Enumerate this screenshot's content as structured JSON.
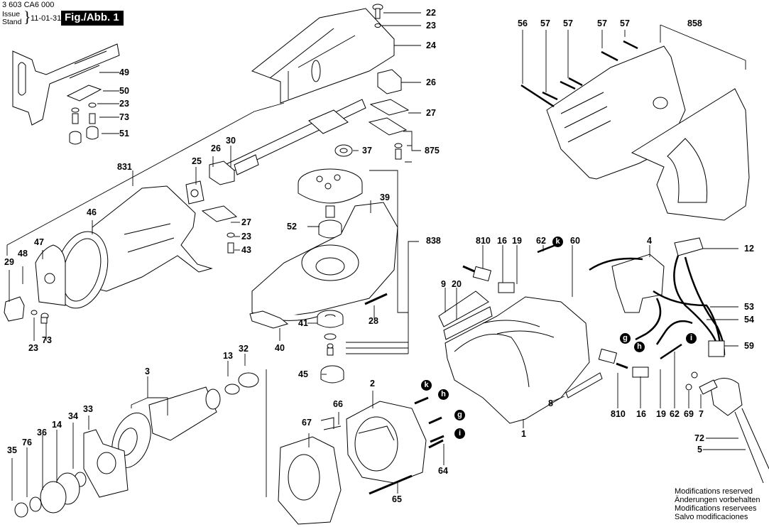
{
  "header": {
    "part_number": "3 603 CA6 000",
    "issue_label": "Issue",
    "stand_label": "Stand",
    "date": "11-01-31",
    "figure_label": "Fig./Abb. 1"
  },
  "callouts": [
    {
      "id": "c22",
      "text": "22"
    },
    {
      "id": "c23a",
      "text": "23"
    },
    {
      "id": "c24",
      "text": "24"
    },
    {
      "id": "c26a",
      "text": "26"
    },
    {
      "id": "c27a",
      "text": "27"
    },
    {
      "id": "c875",
      "text": "875"
    },
    {
      "id": "c37",
      "text": "37"
    },
    {
      "id": "c49",
      "text": "49"
    },
    {
      "id": "c50",
      "text": "50"
    },
    {
      "id": "c23b",
      "text": "23"
    },
    {
      "id": "c73a",
      "text": "73"
    },
    {
      "id": "c51",
      "text": "51"
    },
    {
      "id": "c30",
      "text": "30"
    },
    {
      "id": "c26b",
      "text": "26"
    },
    {
      "id": "c25",
      "text": "25"
    },
    {
      "id": "c831",
      "text": "831"
    },
    {
      "id": "c46",
      "text": "46"
    },
    {
      "id": "c27b",
      "text": "27"
    },
    {
      "id": "c23c",
      "text": "23"
    },
    {
      "id": "c43",
      "text": "43"
    },
    {
      "id": "c47",
      "text": "47"
    },
    {
      "id": "c48",
      "text": "48"
    },
    {
      "id": "c29",
      "text": "29"
    },
    {
      "id": "c23d",
      "text": "23"
    },
    {
      "id": "c73b",
      "text": "73"
    },
    {
      "id": "c39",
      "text": "39"
    },
    {
      "id": "c52",
      "text": "52"
    },
    {
      "id": "c838",
      "text": "838"
    },
    {
      "id": "c28",
      "text": "28"
    },
    {
      "id": "c41",
      "text": "41"
    },
    {
      "id": "c40",
      "text": "40"
    },
    {
      "id": "c45",
      "text": "45"
    },
    {
      "id": "c56",
      "text": "56"
    },
    {
      "id": "c57a",
      "text": "57"
    },
    {
      "id": "c57b",
      "text": "57"
    },
    {
      "id": "c57c",
      "text": "57"
    },
    {
      "id": "c57d",
      "text": "57"
    },
    {
      "id": "c858",
      "text": "858"
    },
    {
      "id": "c810a",
      "text": "810"
    },
    {
      "id": "c16a",
      "text": "16"
    },
    {
      "id": "c19a",
      "text": "19"
    },
    {
      "id": "c62a",
      "text": "62"
    },
    {
      "id": "c60",
      "text": "60"
    },
    {
      "id": "c4",
      "text": "4"
    },
    {
      "id": "c12",
      "text": "12"
    },
    {
      "id": "c9",
      "text": "9"
    },
    {
      "id": "c20",
      "text": "20"
    },
    {
      "id": "c53",
      "text": "53"
    },
    {
      "id": "c54",
      "text": "54"
    },
    {
      "id": "c59",
      "text": "59"
    },
    {
      "id": "c810b",
      "text": "810"
    },
    {
      "id": "c16b",
      "text": "16"
    },
    {
      "id": "c19b",
      "text": "19"
    },
    {
      "id": "c62b",
      "text": "62"
    },
    {
      "id": "c69",
      "text": "69"
    },
    {
      "id": "c7",
      "text": "7"
    },
    {
      "id": "c72",
      "text": "72"
    },
    {
      "id": "c5",
      "text": "5"
    },
    {
      "id": "c8",
      "text": "8"
    },
    {
      "id": "c1",
      "text": "1"
    },
    {
      "id": "c13",
      "text": "13"
    },
    {
      "id": "c32",
      "text": "32"
    },
    {
      "id": "c3",
      "text": "3"
    },
    {
      "id": "c33",
      "text": "33"
    },
    {
      "id": "c34",
      "text": "34"
    },
    {
      "id": "c14",
      "text": "14"
    },
    {
      "id": "c36",
      "text": "36"
    },
    {
      "id": "c76",
      "text": "76"
    },
    {
      "id": "c35",
      "text": "35"
    },
    {
      "id": "c2",
      "text": "2"
    },
    {
      "id": "c66",
      "text": "66"
    },
    {
      "id": "c67",
      "text": "67"
    },
    {
      "id": "c64",
      "text": "64"
    },
    {
      "id": "c65",
      "text": "65"
    }
  ],
  "connector_markers": [
    {
      "id": "k1",
      "text": "k"
    },
    {
      "id": "g1",
      "text": "g"
    },
    {
      "id": "h1",
      "text": "h"
    },
    {
      "id": "i1",
      "text": "i"
    },
    {
      "id": "k2",
      "text": "k"
    },
    {
      "id": "h2",
      "text": "h"
    },
    {
      "id": "g2",
      "text": "g"
    },
    {
      "id": "i2",
      "text": "i"
    }
  ],
  "notes": [
    "Modifications reserved",
    "Änderungen vorbehalten",
    "Modifications reservees",
    "Salvo modificaciones"
  ]
}
